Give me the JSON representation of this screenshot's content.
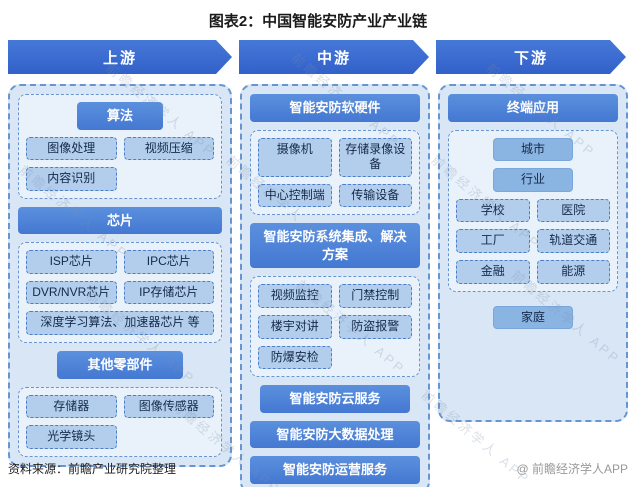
{
  "title": "图表2：中国智能安防产业产业链",
  "watermark": {
    "text": "前瞻经济学人 APP"
  },
  "arrows": {
    "upstream": "上游",
    "midstream": "中游",
    "downstream": "下游"
  },
  "upstream": {
    "algo": {
      "header": "算法",
      "items": [
        "图像处理",
        "视频压缩",
        "内容识别"
      ]
    },
    "chips": {
      "header": "芯片",
      "items": [
        "ISP芯片",
        "IPC芯片",
        "DVR/NVR芯片",
        "IP存储芯片",
        "深度学习算法、加速器芯片 等"
      ]
    },
    "others": {
      "header": "其他零部件",
      "items": [
        "存储器",
        "图像传感器",
        "光学镜头"
      ]
    }
  },
  "midstream": {
    "hardware": {
      "header": "智能安防软硬件",
      "items": [
        "摄像机",
        "存储录像设备",
        "中心控制端",
        "传输设备"
      ]
    },
    "system": {
      "header": "智能安防系统集成、解决方案",
      "items": [
        "视频监控",
        "门禁控制",
        "楼宇对讲",
        "防盗报警",
        "防爆安检"
      ]
    },
    "services": [
      "智能安防云服务",
      "智能安防大数据处理",
      "智能安防运营服务"
    ]
  },
  "downstream": {
    "header": "终端应用",
    "city": "城市",
    "industry": "行业",
    "sectors": [
      "学校",
      "医院",
      "工厂",
      "轨道交通",
      "金融",
      "能源"
    ],
    "home": "家庭"
  },
  "footer": {
    "source": "资料来源：前瞻产业研究院整理",
    "credit": "@ 前瞻经济学人APP"
  },
  "colors": {
    "arrow": "#3a6bd3",
    "header": "#4e87da",
    "item": "#b2ceec",
    "column_bg": "#d8e6f5",
    "border": "#6695d2"
  }
}
